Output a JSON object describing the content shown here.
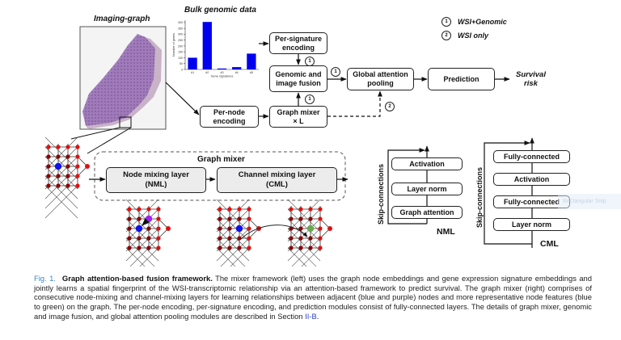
{
  "figure": {
    "imaging_graph_title": "Imaging-graph",
    "bulk_title": "Bulk genomic data",
    "legend": [
      {
        "num": "1",
        "label": "WSI+Genomic"
      },
      {
        "num": "2",
        "label": "WSI only"
      }
    ],
    "boxes": {
      "per_signature": [
        "Per-signature",
        "encoding"
      ],
      "fusion": [
        "Genomic and",
        "image fusion"
      ],
      "global_pool": [
        "Global attention",
        "pooling"
      ],
      "prediction": "Prediction",
      "per_node": [
        "Per-node",
        "encoding"
      ],
      "graph_mixer_repeat": [
        "Graph mixer",
        "× L"
      ]
    },
    "output_label": [
      "Survival",
      "risk"
    ],
    "path_badges": {
      "sig_to_fusion": "1",
      "fusion_to_pool": "1",
      "mixer_to_fusion": "1",
      "mixer_to_pool": "2"
    },
    "graph_mixer_panel": {
      "title": "Graph mixer",
      "nml": [
        "Node mixing layer",
        "(NML)"
      ],
      "cml": [
        "Channel mixing layer",
        "(CML)"
      ]
    },
    "nml_detail": {
      "skip_label": "Skip-connections",
      "layers_top_to_bottom": [
        "Activation",
        "Layer norm",
        "Graph attention"
      ],
      "name": "NML"
    },
    "cml_detail": {
      "skip_label": "Skip-connections",
      "layers_top_to_bottom": [
        "Fully-connected",
        "Activation",
        "Fully-connected",
        "Layer norm"
      ],
      "name": "CML"
    },
    "node_colors": {
      "default": "#e01010",
      "target": "#1010ee",
      "neighbor": "#a020f0",
      "updated": "#6aa84f",
      "edge_arrow": "#22dd22"
    }
  },
  "overlay": {
    "snip_text": "Rectangular Snip"
  },
  "caption": {
    "fig_num": "Fig. 1.",
    "bold_title": "Graph attention-based fusion framework.",
    "body": " The mixer framework (left) uses the graph node embeddings and gene expression signature embeddings and jointly learns a spatial fingerprint of the WSI-transcriptomic relationship via an attention-based framework to predict survival. The graph mixer (right) comprises of consecutive node-mixing and channel-mixing layers for learning relationships between adjacent (blue and purple) nodes and more representative node features (blue to green) on the graph. The per-node encoding, per-signature encoding, and prediction modules consist of fully-connected layers. The details of graph mixer, genomic and image fusion, and global attention pooling modules are described in Section ",
    "section_link": "II-B",
    "end": "."
  },
  "chart_data": {
    "type": "bar",
    "title": "Bulk genomic data",
    "categories": [
      "#1",
      "#2",
      "#3",
      "#4",
      "#5"
    ],
    "values": [
      100,
      405,
      8,
      20,
      135
    ],
    "xlabel": "Gene signatures",
    "ylabel": "Number of genes",
    "ylim": [
      0,
      420
    ],
    "yticks": [
      0,
      50,
      100,
      150,
      200,
      250,
      300,
      350,
      400
    ],
    "bar_color": "#0000ee",
    "grid": false
  }
}
